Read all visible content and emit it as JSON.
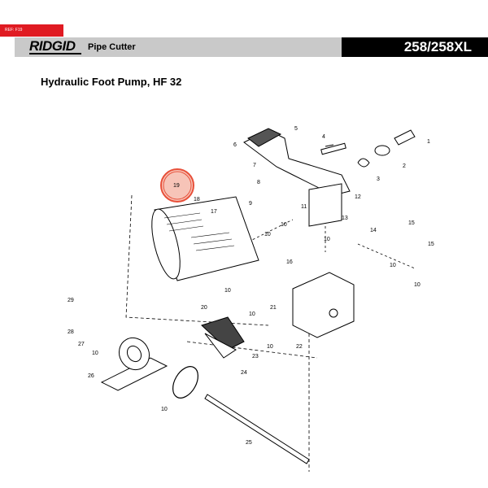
{
  "header": {
    "ref_tag": "REF: F19",
    "brand": "RIDGID",
    "product": "Pipe Cutter",
    "model": "258/258XL"
  },
  "page_title": "Hydraulic Foot Pump, HF 32",
  "diagram": {
    "callouts": [
      "1",
      "2",
      "3",
      "4",
      "5",
      "6",
      "7",
      "8",
      "9",
      "10",
      "10",
      "10",
      "10",
      "10",
      "10",
      "10",
      "10",
      "10",
      "10",
      "11",
      "12",
      "13",
      "14",
      "15",
      "15",
      "16",
      "17",
      "18",
      "19",
      "20",
      "21",
      "22",
      "23",
      "24",
      "25",
      "26",
      "27",
      "28",
      "29"
    ],
    "highlighted_part": "19",
    "highlight_color": "#e8503a"
  },
  "colors": {
    "accent_red": "#e01b22",
    "header_gray": "#c9c9c9",
    "header_black": "#000000"
  }
}
